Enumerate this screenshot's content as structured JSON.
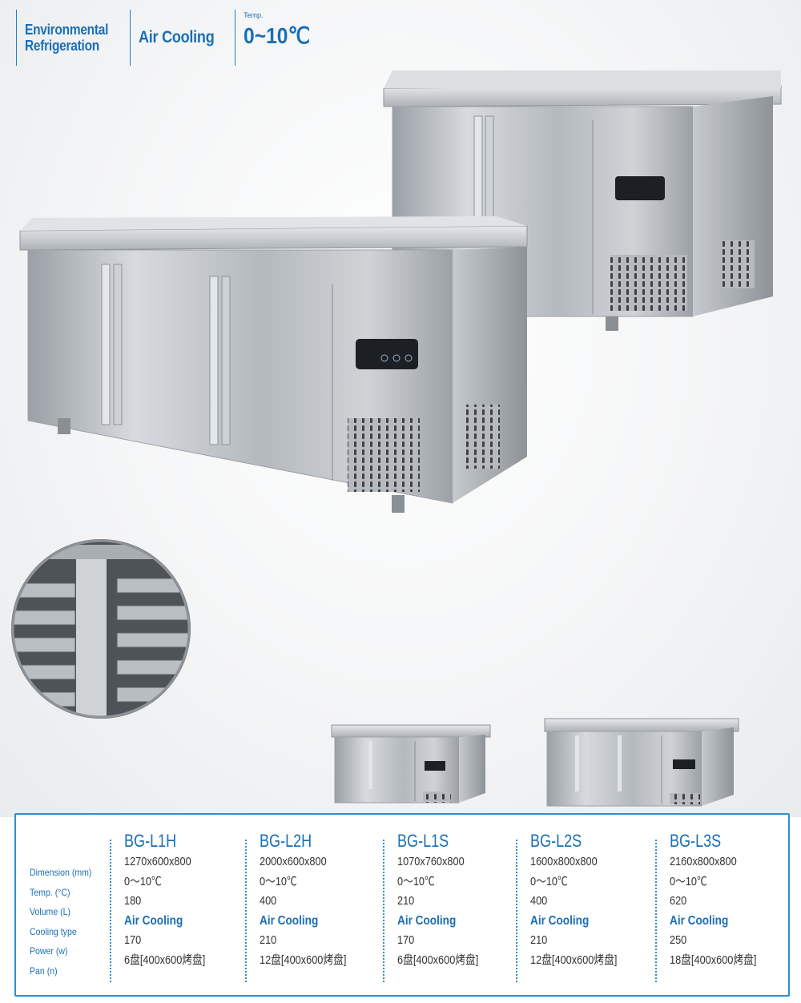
{
  "header": {
    "line1": "Environmental",
    "line2": "Refrigeration",
    "cooling": "Air Cooling",
    "temp_label": "Temp.",
    "temp_value": "0~10℃"
  },
  "colors": {
    "accent": "#1a6fb5",
    "border": "#2f8fc9",
    "steel": "#b9bec3"
  },
  "spec_table": {
    "row_labels": [
      "Dimension (mm)",
      "Temp. (°C)",
      "Volume (L)",
      "Cooling type",
      "Power (w)",
      "Pan (n)"
    ],
    "models": [
      {
        "name": "BG-L1H",
        "dimension": "1270x600x800",
        "temp": "0～10℃",
        "volume": "180",
        "cooling": "Air Cooling",
        "power": "170",
        "pan": "6盘[400x600烤盘]"
      },
      {
        "name": "BG-L2H",
        "dimension": "2000x600x800",
        "temp": "0～10℃",
        "volume": "400",
        "cooling": "Air Cooling",
        "power": "210",
        "pan": "12盘[400x600烤盘]"
      },
      {
        "name": "BG-L1S",
        "dimension": "1070x760x800",
        "temp": "0～10℃",
        "volume": "210",
        "cooling": "Air Cooling",
        "power": "170",
        "pan": "6盘[400x600烤盘]"
      },
      {
        "name": "BG-L2S",
        "dimension": "1600x800x800",
        "temp": "0～10℃",
        "volume": "400",
        "cooling": "Air Cooling",
        "power": "210",
        "pan": "12盘[400x600烤盘]"
      },
      {
        "name": "BG-L3S",
        "dimension": "2160x800x800",
        "temp": "0～10℃",
        "volume": "620",
        "cooling": "Air Cooling",
        "power": "250",
        "pan": "18盘[400x600烤盘]"
      }
    ]
  }
}
